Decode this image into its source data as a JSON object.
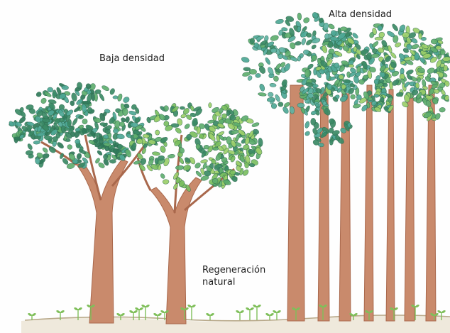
{
  "labels": {
    "baja": "Baja densidad",
    "alta": "Alta densidad",
    "regeneracion_line1": "Regeneración",
    "regeneracion_line2": "natural"
  },
  "colors": {
    "trunk": "#c98a6c",
    "trunk_shade": "#a9684c",
    "leaf_dark": "#3b8a66",
    "leaf_mid": "#5fae6e",
    "leaf_light": "#9ccf6a",
    "leaf_teal": "#4ea896",
    "ground": "#b8a98a",
    "seedling": "#7fbf5a"
  },
  "icons": [
    "tree-icon",
    "seedling-icon"
  ]
}
